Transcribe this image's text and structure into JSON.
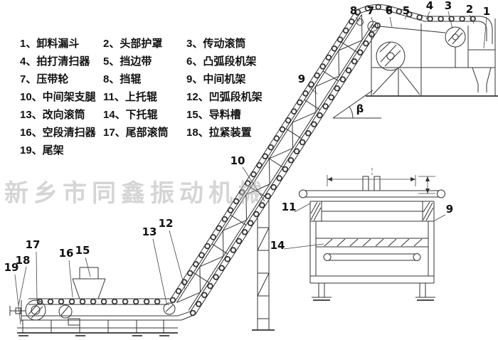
{
  "watermark": "新乡市同鑫振动机械",
  "angle": {
    "label": "β"
  },
  "legend": {
    "items": [
      "1、卸料漏斗",
      "2、头部护罩",
      "3、传动滚筒",
      "4、拍打清扫器",
      "5、挡边带",
      "6、凸弧段机架",
      "7、压带轮",
      "8、挡辊",
      "9、中间机架",
      "10、中间架支腿",
      "11、上托辊",
      "12、凹弧段机架",
      "13、改向滚筒",
      "14、下托辊",
      "15、导料槽",
      "16、空段清扫器",
      "17、尾部滚筒",
      "18、拉紧装置",
      "19、尾架"
    ]
  },
  "callouts": {
    "head": [
      "8",
      "7",
      "6",
      "5",
      "4",
      "3",
      "2",
      "1"
    ],
    "incline": {
      "frame": "9",
      "legs": "10"
    },
    "transition": {
      "bend_drum": "13",
      "concave_frame": "12"
    },
    "tail": {
      "tail_frame": "19",
      "tensioner": "18",
      "tail_drum": "17",
      "cleaner": "16",
      "chute": "15"
    },
    "section": {
      "upper_idler": "11",
      "mid_frame": "9",
      "lower_idler": "14"
    }
  }
}
